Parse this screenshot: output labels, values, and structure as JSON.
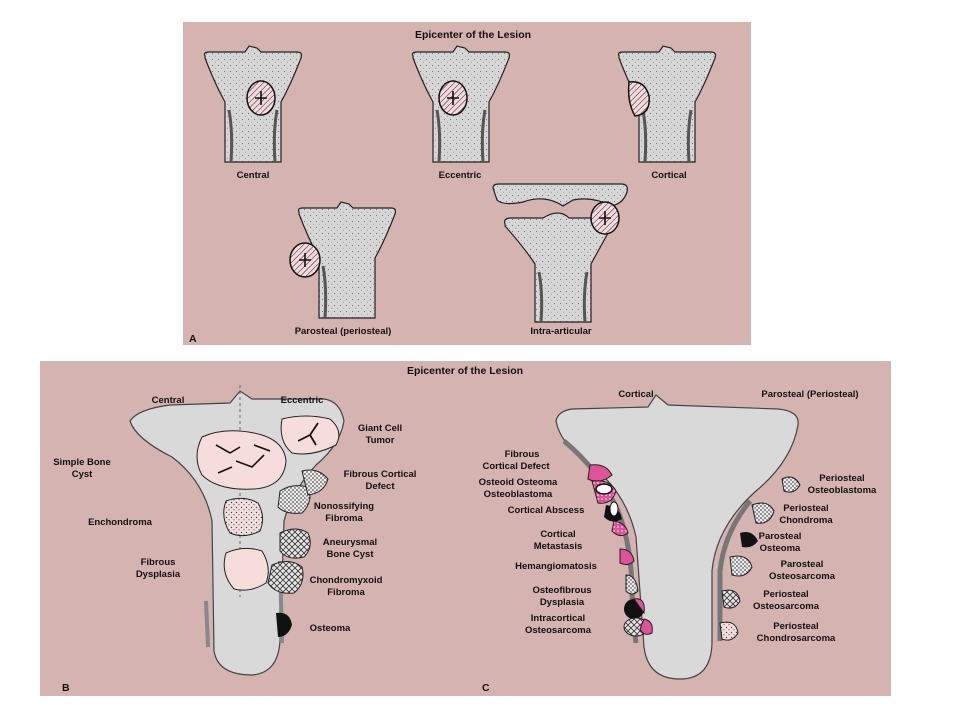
{
  "panel_a": {
    "title": "Epicenter of the Lesion",
    "letter": "A",
    "labels": {
      "central": "Central",
      "eccentric": "Eccentric",
      "cortical": "Cortical",
      "parosteal": "Parosteal (periosteal)",
      "intra_articular": "Intra-articular"
    }
  },
  "panel_bc": {
    "title": "Epicenter of the Lesion",
    "letter_b": "B",
    "letter_c": "C",
    "b_header_central": "Central",
    "b_header_eccentric": "Eccentric",
    "c_header_cortical": "Cortical",
    "c_header_parosteal": "Parosteal (Periosteal)",
    "b_left": {
      "l1": "Simple Bone",
      "l2": "Cyst",
      "l3": "Enchondroma",
      "l4": "Fibrous",
      "l5": "Dysplasia"
    },
    "b_right": {
      "gct1": "Giant Cell",
      "gct2": "Tumor",
      "fcd1": "Fibrous Cortical",
      "fcd2": "Defect",
      "nof1": "Nonossifying",
      "nof2": "Fibroma",
      "abc1": "Aneurysmal",
      "abc2": "Bone Cyst",
      "cmf1": "Chondromyxoid",
      "cmf2": "Fibroma",
      "ost": "Osteoma"
    },
    "c_left": {
      "fcd1": "Fibrous",
      "fcd2": "Cortical Defect",
      "oo1": "Osteoid Osteoma",
      "oo2": "Osteoblastoma",
      "ca": "Cortical Abscess",
      "cm1": "Cortical",
      "cm2": "Metastasis",
      "hem": "Hemangiomatosis",
      "ofd1": "Osteofibrous",
      "ofd2": "Dysplasia",
      "io1": "Intracortical",
      "io2": "Osteosarcoma"
    },
    "c_right": {
      "pob1": "Periosteal",
      "pob2": "Osteoblastoma",
      "pc1": "Periosteal",
      "pc2": "Chondroma",
      "po1": "Parosteal",
      "po2": "Osteoma",
      "pos1": "Parosteal",
      "pos2": "Osteosarcoma",
      "peos1": "Periosteal",
      "peos2": "Osteosarcoma",
      "pcs1": "Periosteal",
      "pcs2": "Chondrosarcoma"
    }
  },
  "colors": {
    "panel": "#d5b3b1",
    "bone": "#d9d9d9",
    "lesion_pink": "#f7dcdc",
    "hot_pink": "#e0529a"
  }
}
